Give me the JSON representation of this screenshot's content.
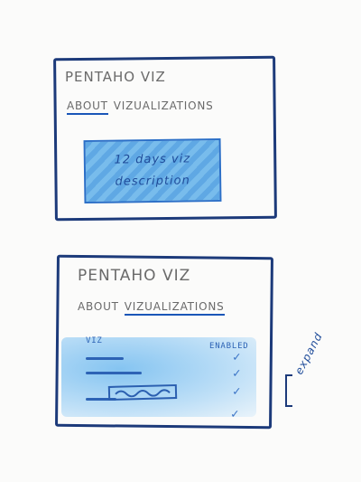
{
  "top_sketch": {
    "title": "PENTAHO VIZ",
    "nav": {
      "about": "ABOUT",
      "visualizations": "VIZUALIZATIONS"
    },
    "description": "12 days viz description"
  },
  "bottom_sketch": {
    "title": "PENTAHO VIZ",
    "nav": {
      "about": "ABOUT",
      "visualizations": "VIZUALIZATIONS"
    },
    "table": {
      "columns": [
        "VIZ",
        "ENABLED"
      ],
      "rows": [
        {
          "enabled": true
        },
        {
          "enabled": true
        },
        {
          "enabled": true
        },
        {
          "enabled": true
        }
      ]
    },
    "expand_label": "expand"
  },
  "colors": {
    "frame": "#1c3a7a",
    "accent": "#1a56b8",
    "highlight_fill": "#6fb4ea"
  }
}
